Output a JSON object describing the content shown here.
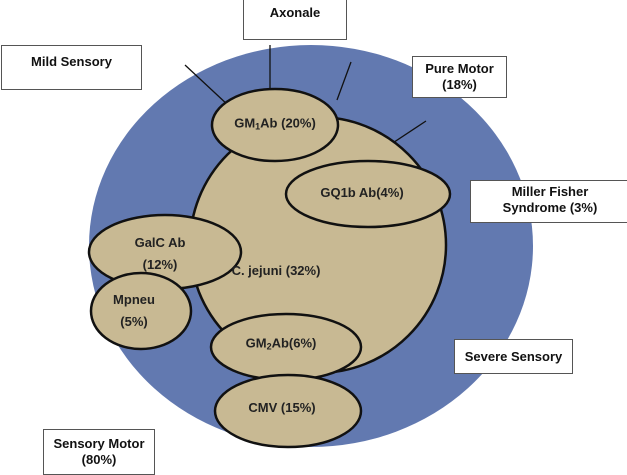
{
  "colors": {
    "outer_ring": "#6279b0",
    "inner_region": "#c8b993",
    "outline": "#111111",
    "box_border": "#555555"
  },
  "outer_categories": [
    {
      "id": "axonale",
      "lines": [
        "Axonale"
      ]
    },
    {
      "id": "mild-sensory",
      "lines": [
        "Mild Sensory"
      ]
    },
    {
      "id": "pure-motor",
      "lines": [
        "Pure Motor",
        "(18%)"
      ]
    },
    {
      "id": "miller-fisher",
      "lines": [
        "Miller Fisher",
        "Syndrome (3%)"
      ]
    },
    {
      "id": "severe-sensory",
      "lines": [
        "Severe Sensory"
      ]
    },
    {
      "id": "sensory-motor",
      "lines": [
        "Sensory Motor",
        "(80%)"
      ]
    }
  ],
  "center_label": "C. jejuni (32%)",
  "ellipses": [
    {
      "id": "gm1ab",
      "name": "GM",
      "sub": "1",
      "rest": "Ab (20%)"
    },
    {
      "id": "gq1b",
      "name": "GQ1b Ab(4%)",
      "sub": "",
      "rest": ""
    },
    {
      "id": "galc",
      "line1": "GalC Ab",
      "line2": "(12%)"
    },
    {
      "id": "mpneu",
      "line1": "Mpneu",
      "line2": "(5%)"
    },
    {
      "id": "gm2ab",
      "name": "GM",
      "sub": "2",
      "rest": "Ab(6%)"
    },
    {
      "id": "cmv",
      "name": "CMV (15%)",
      "sub": "",
      "rest": ""
    }
  ]
}
